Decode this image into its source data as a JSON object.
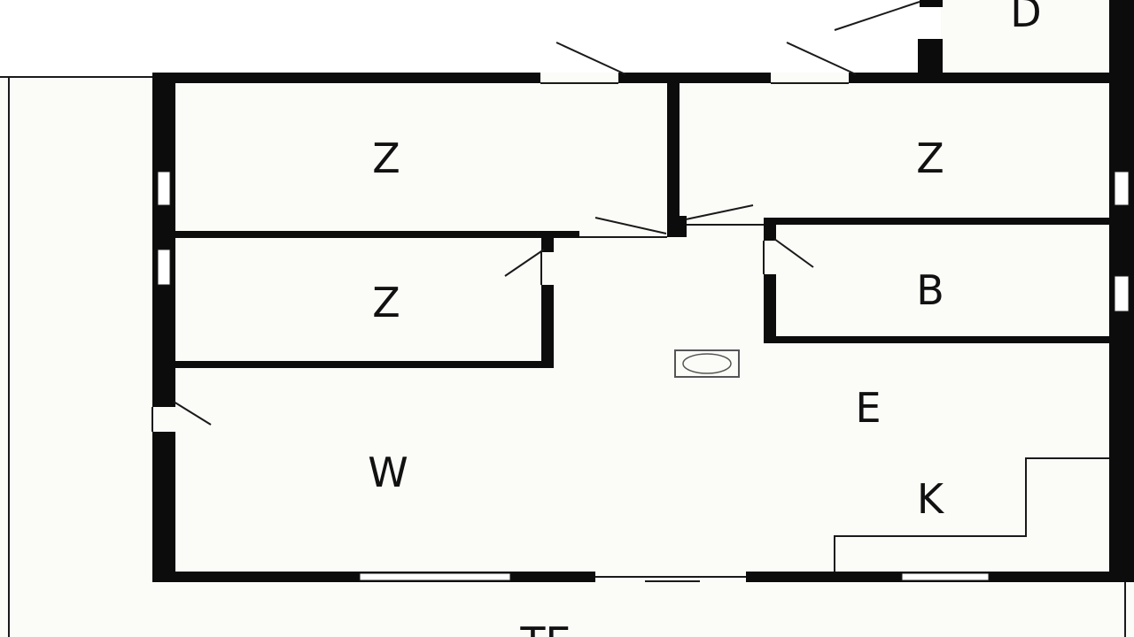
{
  "rooms": {
    "z1": "Z",
    "z2": "Z",
    "z3": "Z",
    "b": "B",
    "e": "E",
    "w": "W",
    "k": "K",
    "d": "D",
    "te": "TE"
  },
  "colors": {
    "wall": "#0c0c0c",
    "floor": "#fbfbf8",
    "outside": "#ffffff"
  }
}
